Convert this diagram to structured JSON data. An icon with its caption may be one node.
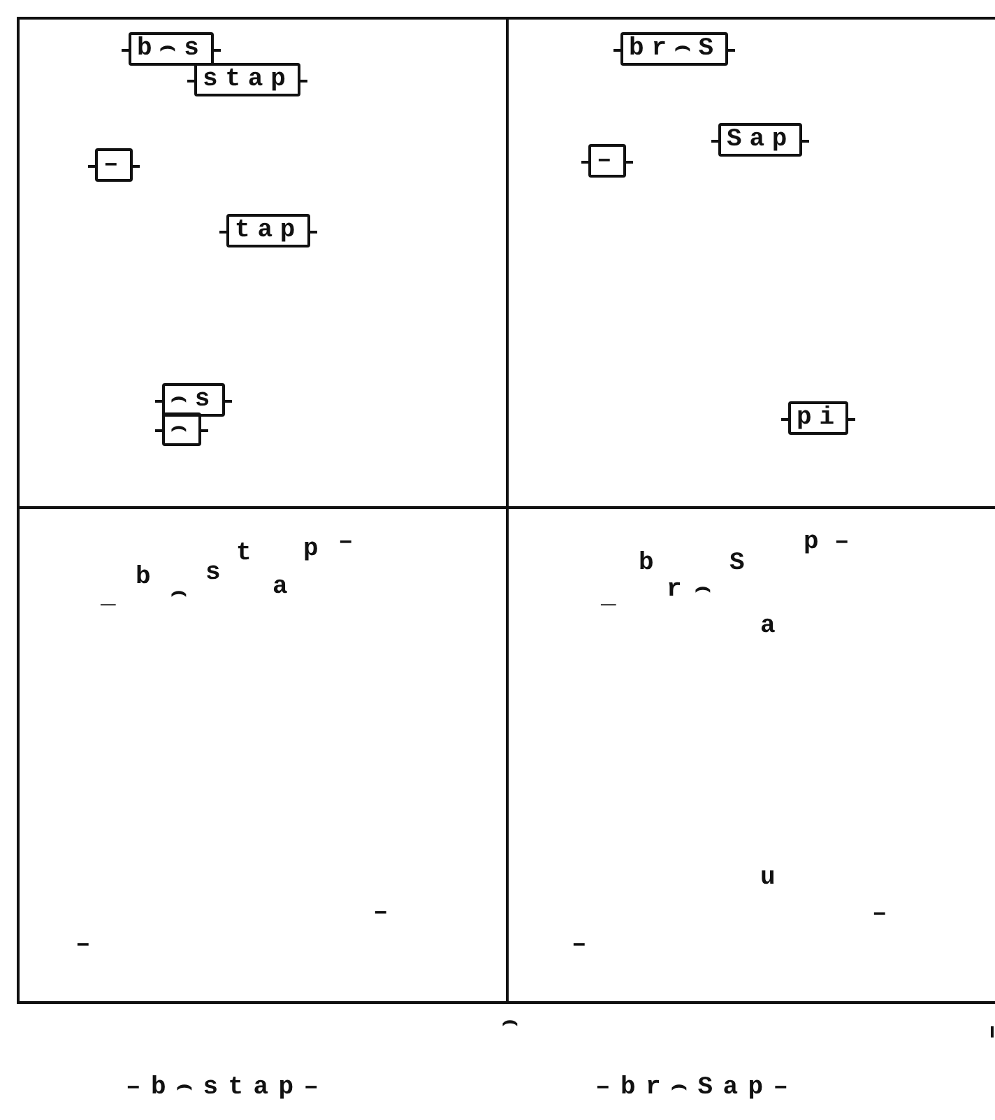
{
  "diagram": {
    "nodes": [
      {
        "text": [],
        "shape": "box"
      },
      {
        "text": [
          "b⌢s"
        ],
        "in": 0
      },
      {
        "text": [
          "stap"
        ],
        "in": 0
      },
      {
        "text": [
          "–"
        ],
        "in": 0
      },
      {
        "text": [
          "tap"
        ],
        "in": 0
      },
      {
        "text": [
          "⌢s"
        ],
        "in": 0
      },
      {
        "text": [
          "⌢"
        ],
        "in": 0
      },
      {
        "text": [],
        "shape": "box"
      },
      {
        "text": [
          "br⌢S"
        ],
        "in": 7
      },
      {
        "text": [
          "Sap"
        ],
        "in": 7
      },
      {
        "text": [
          "–"
        ],
        "in": 7
      },
      {
        "text": [
          "pi"
        ],
        "in": 7
      },
      {
        "text": [
          "_",
          "b",
          "⌢",
          "s",
          "t",
          "a",
          "p",
          "–",
          "–",
          "–"
        ]
      },
      {
        "text": [
          "_",
          "b",
          "r",
          "⌢",
          "S",
          "p",
          "–",
          "a",
          "u",
          "–",
          "–"
        ]
      }
    ],
    "labels": [
      "⌢",
      "–b⌢stap–",
      "–br⌢Sap–"
    ]
  }
}
